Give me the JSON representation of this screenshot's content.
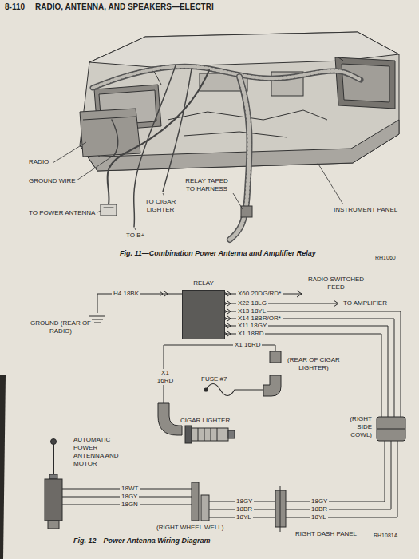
{
  "diagram": {
    "title": "RADIO, ANTENNA, AND SPEAKERS—ELECTRI",
    "caption": "Fig. 12—Power Antenna Wiring Diagram",
    "nodes": [
      {
        "text": [
          "RELAY"
        ]
      }
    ],
    "labels": [
      "8-110",
      "RADIO",
      "GROUND WIRE",
      "TO POWER ANTENNA",
      "TO B+",
      "TO CIGAR LIGHTER",
      "RELAY TAPED TO HARNESS",
      "INSTRUMENT PANEL",
      "Fig. 11—Combination Power Antenna and Amplifier Relay",
      "RH1060",
      "H4 18BK",
      "GROUND (REAR OF RADIO)",
      "X60 20DG/RD*",
      "RADIO SWITCHED FEED",
      "X22 18LG",
      "TO AMPLIFIER",
      "X13 18YL",
      "X14 18BR/OR*",
      "X11 18GY",
      "X1 18RD",
      "X1 16RD",
      "(REAR OF CIGAR LIGHTER)",
      "FUSE #7",
      "X1 16RD",
      "CIGAR LIGHTER",
      "(RIGHT SIDE COWL)",
      "AUTOMATIC POWER ANTENNA AND MOTOR",
      "18WT",
      "18GY",
      "18GN",
      "18GY",
      "18BR",
      "18YL",
      "(RIGHT WHEEL WELL)",
      "18GY",
      "18BR",
      "18YL",
      "RIGHT DASH PANEL",
      "RH1081A"
    ]
  }
}
